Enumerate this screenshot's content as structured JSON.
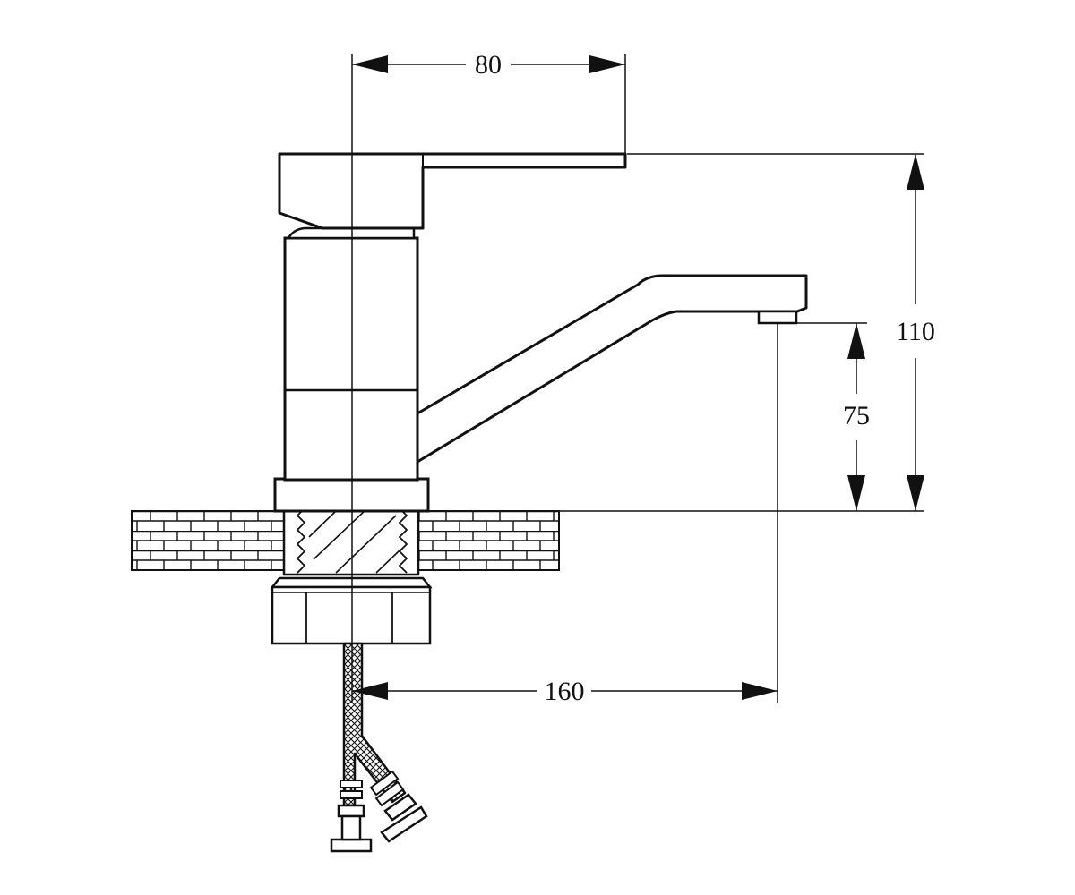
{
  "dimensions": {
    "handle_reach": "80",
    "total_height": "110",
    "spout_height": "75",
    "spout_reach": "160"
  },
  "colors": {
    "line": "#111111",
    "background": "#ffffff"
  }
}
